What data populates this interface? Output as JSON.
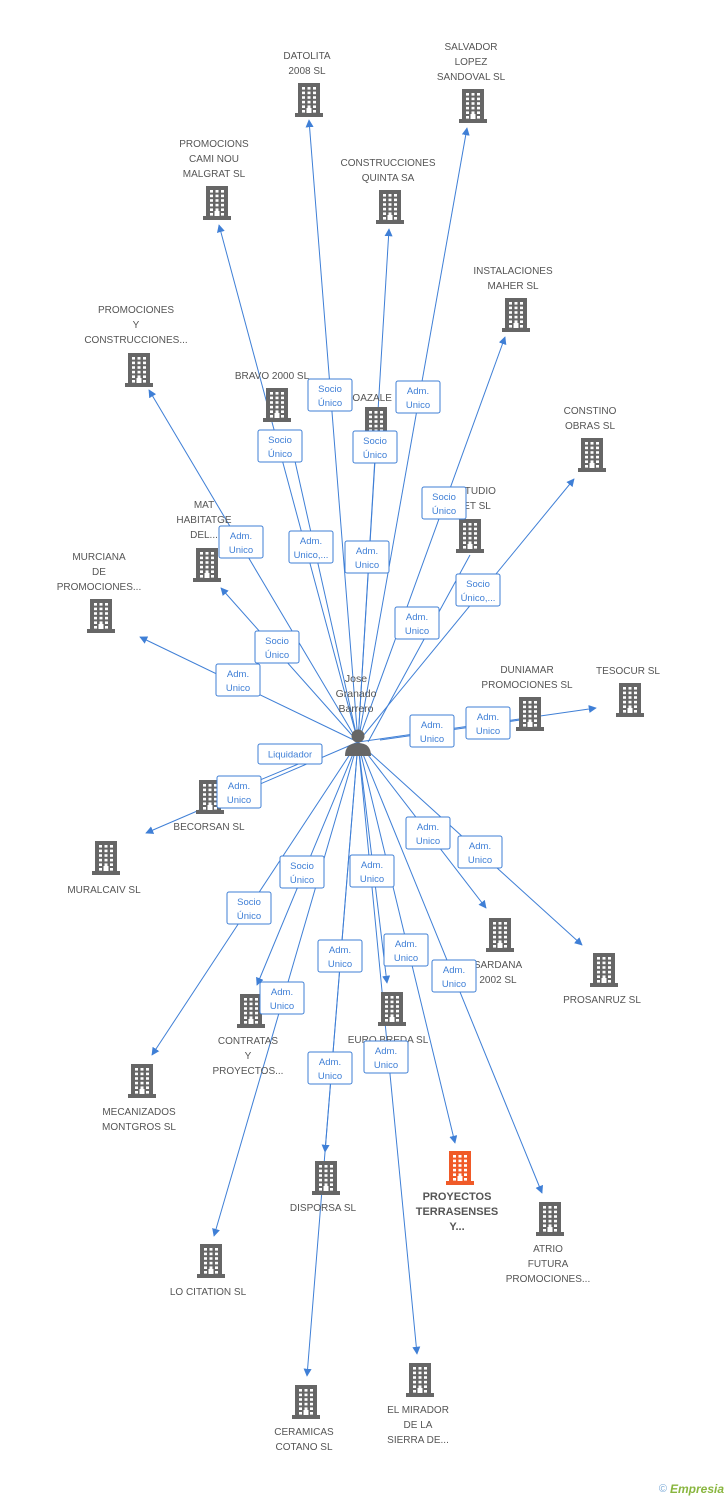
{
  "colors": {
    "edge": "#3f7fd6",
    "building": "#666666",
    "highlight": "#f05a28",
    "label": "#555555"
  },
  "person": {
    "name_lines": [
      "Jose",
      "Granado",
      "Barrero"
    ],
    "icon": "person-icon"
  },
  "companies": [
    {
      "id": "datolita",
      "lines": [
        "DATOLITA",
        "2008 SL"
      ]
    },
    {
      "id": "salvador",
      "lines": [
        "SALVADOR",
        "LOPEZ",
        "SANDOVAL  SL"
      ]
    },
    {
      "id": "cami-nou",
      "lines": [
        "PROMOCIONS",
        "CAMI NOU",
        "MALGRAT SL"
      ]
    },
    {
      "id": "quinta",
      "lines": [
        "CONSTRUCCIONES",
        "QUINTA SA"
      ]
    },
    {
      "id": "maher",
      "lines": [
        "INSTALACIONES",
        "MAHER SL"
      ]
    },
    {
      "id": "prom-const",
      "lines": [
        "PROMOCIONES",
        "Y",
        "CONSTRUCCIONES..."
      ]
    },
    {
      "id": "bravo",
      "lines": [
        "BRAVO 2000 SL"
      ]
    },
    {
      "id": "moazale",
      "lines": [
        "MOAZALE"
      ]
    },
    {
      "id": "constino",
      "lines": [
        "CONSTINO",
        "OBRAS  SL"
      ]
    },
    {
      "id": "studio",
      "lines": [
        "STUDIO",
        "ET SL"
      ]
    },
    {
      "id": "mat",
      "lines": [
        "MAT",
        "HABITATGE",
        "DEL..."
      ]
    },
    {
      "id": "murciana",
      "lines": [
        "MURCIANA",
        "DE",
        "PROMOCIONES..."
      ]
    },
    {
      "id": "duniamar",
      "lines": [
        "DUNIAMAR",
        "PROMOCIONES SL"
      ]
    },
    {
      "id": "tesocur",
      "lines": [
        "TESOCUR SL"
      ]
    },
    {
      "id": "becorsan",
      "lines": [
        "BECORSAN SL"
      ]
    },
    {
      "id": "muralcaiv",
      "lines": [
        "MURALCAIV  SL"
      ]
    },
    {
      "id": "sardana",
      "lines": [
        "SARDANA",
        "2002 SL"
      ]
    },
    {
      "id": "prosanruz",
      "lines": [
        "PROSANRUZ SL"
      ]
    },
    {
      "id": "contratas",
      "lines": [
        "CONTRATAS",
        "Y",
        "PROYECTOS..."
      ]
    },
    {
      "id": "euro",
      "lines": [
        "EURO BREDA SL"
      ]
    },
    {
      "id": "mecanizados",
      "lines": [
        "MECANIZADOS",
        "MONTGROS SL"
      ]
    },
    {
      "id": "disporsa",
      "lines": [
        "DISPORSA SL"
      ]
    },
    {
      "id": "terrasenses",
      "lines": [
        "PROYECTOS",
        "TERRASENSES",
        "Y..."
      ],
      "highlight": true
    },
    {
      "id": "atrio",
      "lines": [
        "ATRIO",
        "FUTURA",
        "PROMOCIONES..."
      ]
    },
    {
      "id": "citation",
      "lines": [
        "LO CITATION SL"
      ]
    },
    {
      "id": "ceramicas",
      "lines": [
        "CERAMICAS",
        "COTANO SL"
      ]
    },
    {
      "id": "mirador",
      "lines": [
        "EL MIRADOR",
        "DE LA",
        "SIERRA DE..."
      ]
    }
  ],
  "relations": [
    {
      "lines": [
        "Socio",
        "Único"
      ]
    },
    {
      "lines": [
        "Adm.",
        "Unico"
      ]
    },
    {
      "lines": [
        "Socio",
        "Único"
      ]
    },
    {
      "lines": [
        "Socio",
        "Único"
      ]
    },
    {
      "lines": [
        "Socio",
        "Único"
      ]
    },
    {
      "lines": [
        "Adm.",
        "Unico"
      ]
    },
    {
      "lines": [
        "Adm.",
        "Unico,..."
      ]
    },
    {
      "lines": [
        "Adm.",
        "Unico"
      ]
    },
    {
      "lines": [
        "Socio",
        "Único,..."
      ]
    },
    {
      "lines": [
        "Adm.",
        "Unico"
      ]
    },
    {
      "lines": [
        "Socio",
        "Único"
      ]
    },
    {
      "lines": [
        "Adm.",
        "Unico"
      ]
    },
    {
      "lines": [
        "Adm.",
        "Unico"
      ]
    },
    {
      "lines": [
        "Adm.",
        "Unico"
      ]
    },
    {
      "lines": [
        "Liquidador"
      ]
    },
    {
      "lines": [
        "Adm.",
        "Unico"
      ]
    },
    {
      "lines": [
        "Adm.",
        "Unico"
      ]
    },
    {
      "lines": [
        "Adm.",
        "Unico"
      ]
    },
    {
      "lines": [
        "Socio",
        "Único"
      ]
    },
    {
      "lines": [
        "Adm.",
        "Unico"
      ]
    },
    {
      "lines": [
        "Socio",
        "Único"
      ]
    },
    {
      "lines": [
        "Adm.",
        "Unico"
      ]
    },
    {
      "lines": [
        "Adm.",
        "Unico"
      ]
    },
    {
      "lines": [
        "Adm.",
        "Unico"
      ]
    },
    {
      "lines": [
        "Adm.",
        "Unico"
      ]
    },
    {
      "lines": [
        "Adm.",
        "Unico"
      ]
    },
    {
      "lines": [
        "Adm.",
        "Unico"
      ]
    }
  ],
  "brand": {
    "copyright": "©",
    "name": "Empresia"
  }
}
